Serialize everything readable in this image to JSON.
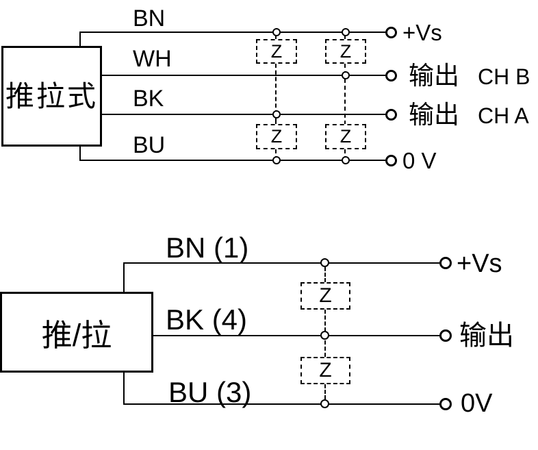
{
  "diagram1": {
    "device_label": "推拉式",
    "z_symbol": "Z",
    "wires": [
      {
        "color_code": "BN",
        "terminal": "+Vs"
      },
      {
        "color_code": "WH",
        "terminal": "输出",
        "channel": "CH B"
      },
      {
        "color_code": "BK",
        "terminal": "输出",
        "channel": "CH A"
      },
      {
        "color_code": "BU",
        "terminal": "0 V"
      }
    ]
  },
  "diagram2": {
    "device_label": "推/拉",
    "z_symbol": "Z",
    "wires": [
      {
        "color_code": "BN (1)",
        "terminal": "+Vs"
      },
      {
        "color_code": "BK (4)",
        "terminal": "输出"
      },
      {
        "color_code": "BU (3)",
        "terminal": "0V"
      }
    ]
  },
  "colors": {
    "line": "#000000",
    "background": "#ffffff"
  }
}
